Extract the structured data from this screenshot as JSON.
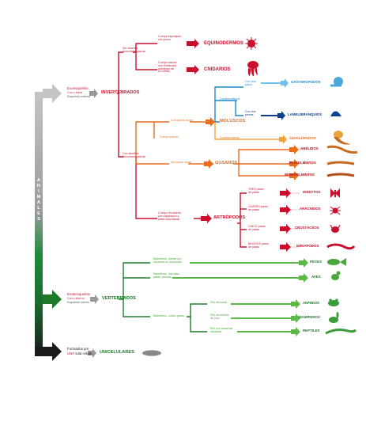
{
  "root": {
    "letters": [
      "A",
      "N",
      "I",
      "M",
      "A",
      "L",
      "E",
      "S"
    ]
  },
  "exo": {
    "title": "Exoesqueleto",
    "line1": "Con o fuera",
    "line2": "Esqueleto externo"
  },
  "endo": {
    "title": "Endoesqueleto",
    "line1": "Con o interno",
    "line2": "Esqueleto interno"
  },
  "uni": {
    "line1": "Formados por",
    "line2a": "UNA",
    "line2b": " sola célula"
  },
  "groups": {
    "invertebrados": "INVERTEBRADOS",
    "vertebrados": "VERTEBRADOS",
    "unicelulares": "UNICELULARES"
  },
  "inv": {
    "sin_simetria": [
      "Sin simetría",
      "derecha/izquierda"
    ],
    "con_simetria": [
      "Con simetría",
      "derecha/izquierda"
    ],
    "poros": [
      "Cuerpo esponjoso",
      "con poros"
    ],
    "tentaculos": [
      "Cuerpo blando",
      "con tentáculos",
      "alrededor de",
      "su orificio"
    ],
    "poriferos": "EQUINODERMOS",
    "cnidarios": "CNIDARIOS",
    "partes_duras": "Con partes duras",
    "cuerpo_blando": "Cuerpo blando",
    "sin_partes_duras": "Sin partes duras",
    "moluscos": "MOLUSCOS",
    "concha_externa": "Concha externa",
    "con_una_pieza": [
      "Con una",
      "pieza"
    ],
    "con_dos_piezas": [
      "Con dos",
      "piezas"
    ],
    "gasteropodos": "GASTERÓPODOS",
    "lamelibranquios": "LAMELIBRANQUIOS",
    "concha_interna": "Concha interna",
    "cefalopodos": "CEFALÓPODOS",
    "gusanos": "GUSANOS",
    "anelidos": "ANÉLIDOS",
    "platelmintos": "PLATELMINTOS",
    "nematelmintos": "NEMATELMINTOS",
    "exoesq": [
      "Cuerpo recubierto",
      "con caparazón y",
      "patas articuladas"
    ],
    "artropodos": "ARTRÓPODOS",
    "tres": [
      "TRES pares",
      "de patas"
    ],
    "cuatro": [
      "CUATRO pares",
      "de patas"
    ],
    "cinco": [
      "CINCO pares",
      "de patas"
    ],
    "muchos": [
      "MUCHOS pares",
      "de patas"
    ],
    "insectos": "INSECTOS",
    "aracnidos": "ARÁCNIDOS",
    "crustaceos": "CRUSTÁCEOS",
    "miriapodos": "MIRIÁPODOS"
  },
  "ver": {
    "aletas": [
      "Mamíferos, aletas con",
      "escamas no solidadas"
    ],
    "alas": [
      "Mamíferos, dos alas,",
      "patas, plumas"
    ],
    "cuatro_patas": "Mamíferos, cuatro patas",
    "piel_desnuda": "Piel desnuda",
    "piel_pelo": [
      "Piel recubierta",
      "de pelo"
    ],
    "piel_escamas": [
      "Piel con escamas",
      "soldadas"
    ],
    "peces": "PECES",
    "aves": "AVES",
    "anfibios": "ANFIBIOS",
    "mamiferos": "MAMÍFEROS",
    "reptiles": "REPTILES"
  },
  "colors": {
    "red": "#c8102e",
    "orange": "#e86d1f",
    "blue": "#1e88c7",
    "darkblue": "#0d3f8f",
    "green": "#4aa83a",
    "darkgreen": "#1e7a2a"
  }
}
